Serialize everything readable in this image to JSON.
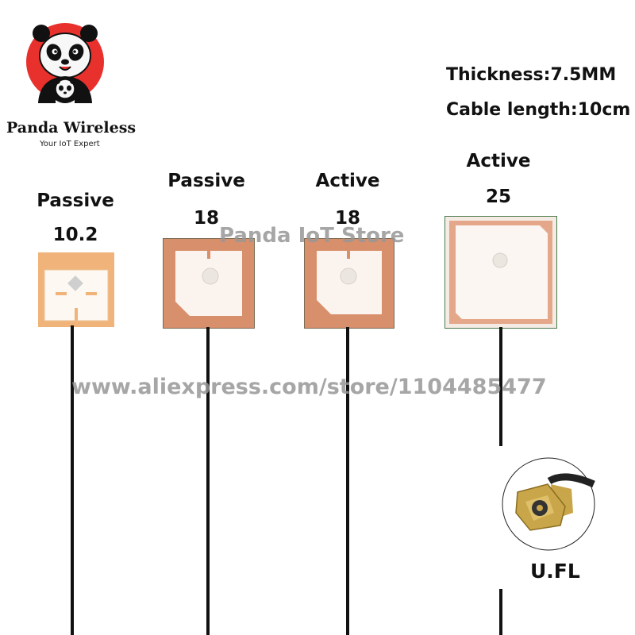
{
  "brand": {
    "name": "Panda Wireless",
    "tagline": "Your IoT Expert"
  },
  "specs": {
    "thickness": "Thickness:7.5MM",
    "cable_length": "Cable length:10cm"
  },
  "antennas": [
    {
      "type": "Passive",
      "size": "10.2"
    },
    {
      "type": "Passive",
      "size": "18"
    },
    {
      "type": "Active",
      "size": "18"
    },
    {
      "type": "Active",
      "size": "25"
    }
  ],
  "watermarks": {
    "store_name": "Panda IoT Store",
    "store_url": "www.aliexpress.com/store/1104485477"
  },
  "connector": {
    "label": "U.FL"
  },
  "colors": {
    "ceramic_light": "#f0b47a",
    "copper": "#d88f6b",
    "silver": "#f3eeea",
    "cable": "#111111",
    "logo_red": "#e8312d",
    "connector_gold": "#c9a64a"
  }
}
